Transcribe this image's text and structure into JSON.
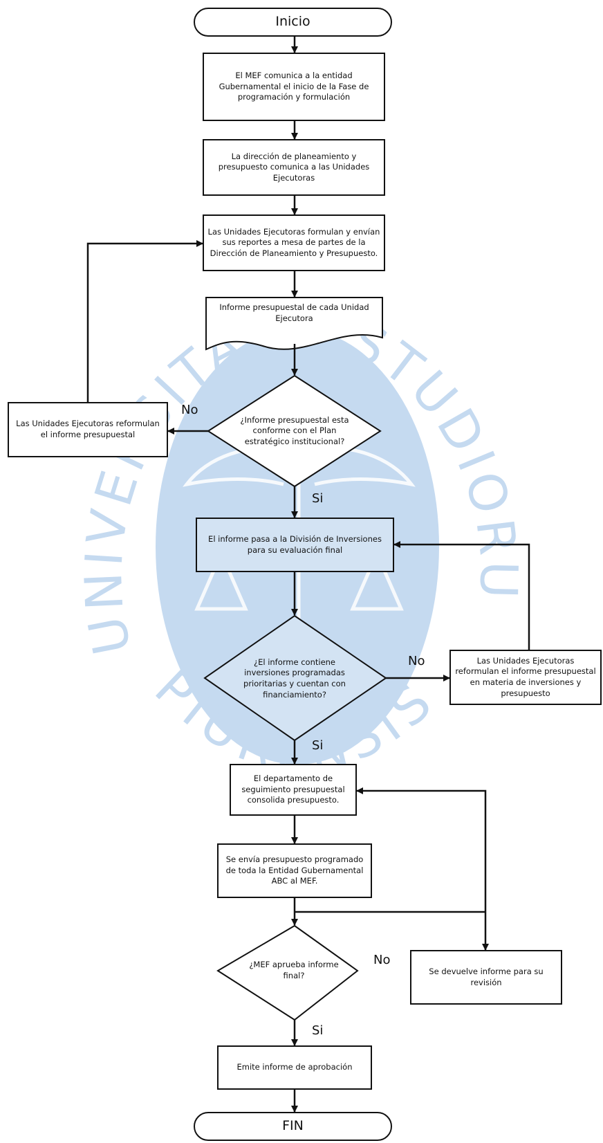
{
  "colors": {
    "watermark": "#c5daf0",
    "stroke": "#111111",
    "highlight_fill": "#d3e3f3"
  },
  "watermark": {
    "text_top": "UNIVERSITAS · STUDIORUM ·",
    "text_bottom": "PIURENSIS"
  },
  "flowchart": {
    "start": "Inicio",
    "step1": "El MEF comunica a la entidad Gubernamental el inicio de la Fase de programación y formulación",
    "step2": "La  dirección de planeamiento y presupuesto comunica a las Unidades Ejecutoras",
    "step3": "Las Unidades Ejecutoras formulan y envían sus reportes a mesa de partes de la Dirección de Planeamiento y Presupuesto.",
    "document": "Informe presupuestal de cada Unidad Ejecutora",
    "decision1": "¿Informe presupuestal esta conforme con el Plan estratégico institucional?",
    "reform1": "Las Unidades Ejecutoras reformulan el informe presupuestal",
    "step4": "El informe pasa a la División de Inversiones para su evaluación final",
    "decision2": "¿El informe contiene inversiones programadas prioritarias y cuentan con financiamiento?",
    "reform2": "Las Unidades Ejecutoras reformulan el informe presupuestal en materia de inversiones y presupuesto",
    "step5": "El departamento de seguimiento presupuestal consolida presupuesto.",
    "step6": "Se envía presupuesto programado de toda la Entidad Gubernamental ABC al MEF.",
    "decision3": "¿MEF  aprueba informe final?",
    "return": "Se devuelve informe para su revisión",
    "step7": "Emite informe de aprobación",
    "end": "FIN",
    "labels": {
      "no1": "No",
      "si1": "Si",
      "no2": "No",
      "si2": "Si",
      "no3": "No",
      "si3": "Si"
    }
  }
}
